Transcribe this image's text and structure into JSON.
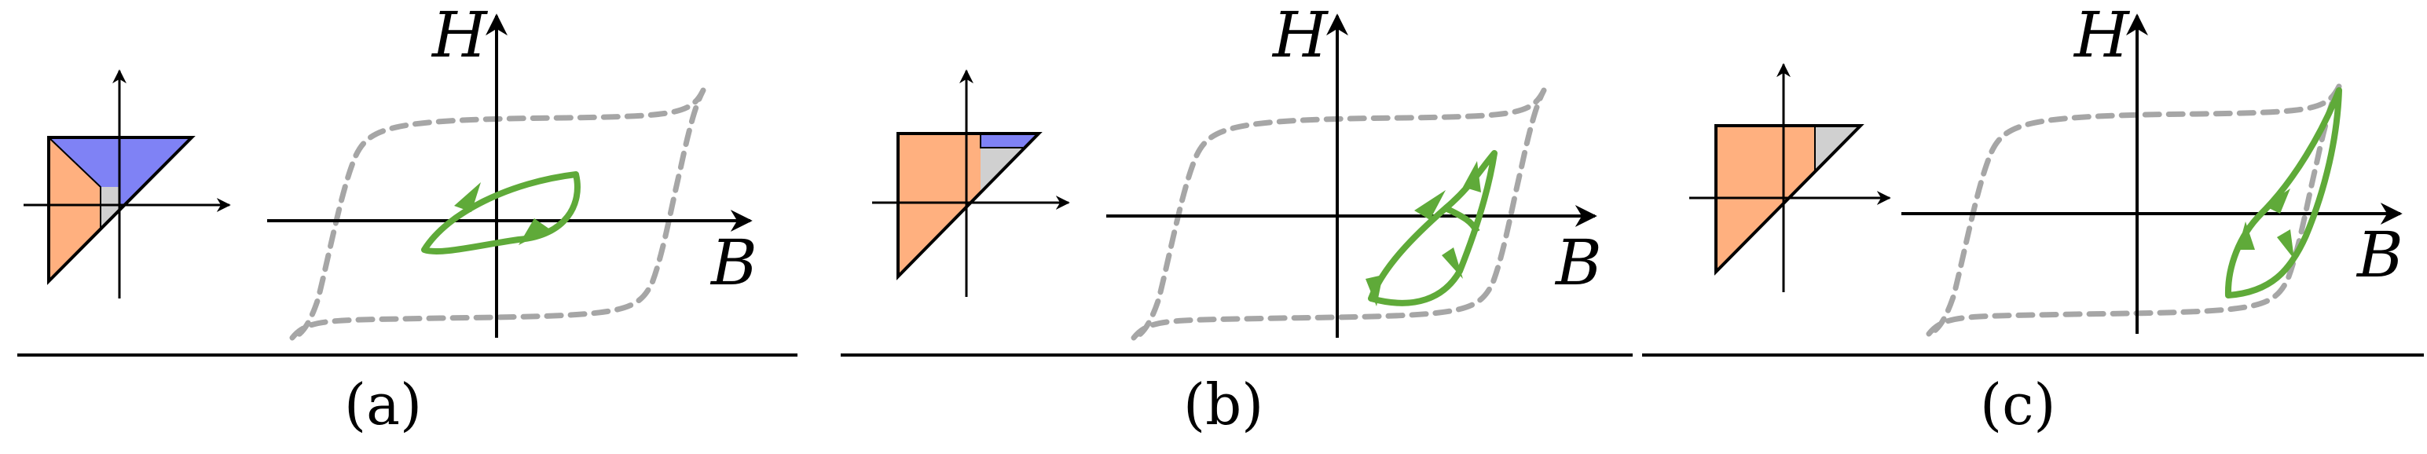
{
  "colors": {
    "preisach_orange": "#ffb07f",
    "preisach_blue": "#7f82f5",
    "preisach_gray": "#d0d0d0",
    "major_loop_gray": "#a6a6a6",
    "minor_loop_green": "#5faa39",
    "axis_black": "#000000"
  },
  "panels": [
    {
      "label": "(a)",
      "x_axis_label": "B",
      "y_axis_label": "H"
    },
    {
      "label": "(b)",
      "x_axis_label": "B",
      "y_axis_label": "H"
    },
    {
      "label": "(c)",
      "x_axis_label": "B",
      "y_axis_label": "H"
    }
  ]
}
